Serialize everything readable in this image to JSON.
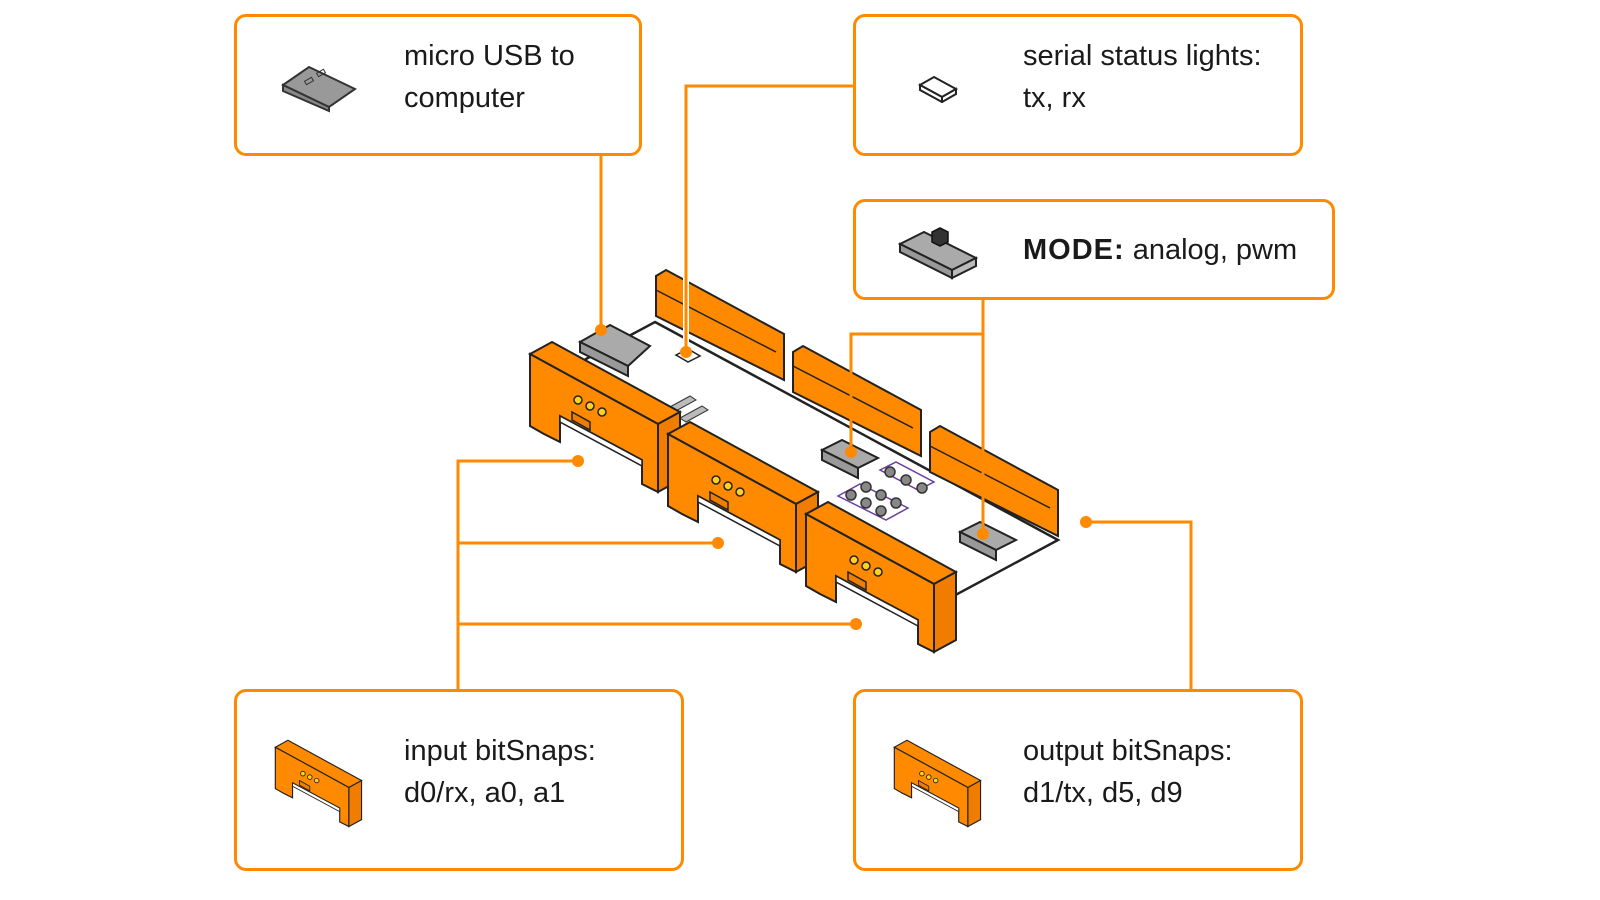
{
  "diagram": {
    "accent_color": "#ff8a00",
    "module_color": "#ff8a00",
    "callouts": {
      "usb": {
        "line1": "micro USB to",
        "line2": "computer",
        "icon": "micro-usb-icon"
      },
      "serial": {
        "line1": "serial status lights:",
        "line2": "tx, rx",
        "icon": "led-icon"
      },
      "mode": {
        "bold": "MODE:",
        "text": " analog, pwm",
        "icon": "slide-switch-icon"
      },
      "input": {
        "line1": "input bitSnaps:",
        "line2": "d0/rx, a0, a1",
        "icon": "bitsnap-icon"
      },
      "output": {
        "line1": "output bitSnaps:",
        "line2": "d1/tx, d5, d9",
        "icon": "bitsnap-icon"
      }
    }
  }
}
